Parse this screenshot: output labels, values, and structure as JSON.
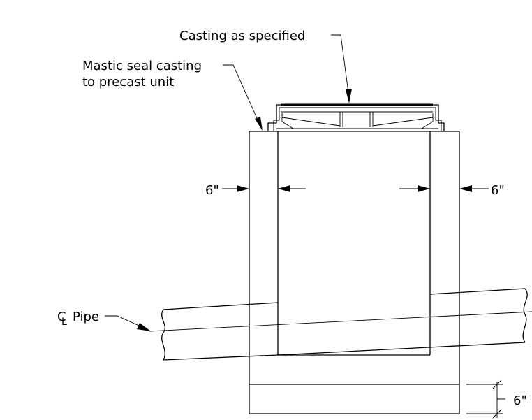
{
  "labels": {
    "casting": "Casting as specified",
    "mastic_line1": "Mastic seal casting",
    "mastic_line2": "to precast unit",
    "wall_left": "6\"",
    "wall_right": "6\"",
    "base_thickness": "6\"",
    "pipe": "Pipe"
  },
  "icons": {
    "centerline": "centerline-symbol"
  }
}
